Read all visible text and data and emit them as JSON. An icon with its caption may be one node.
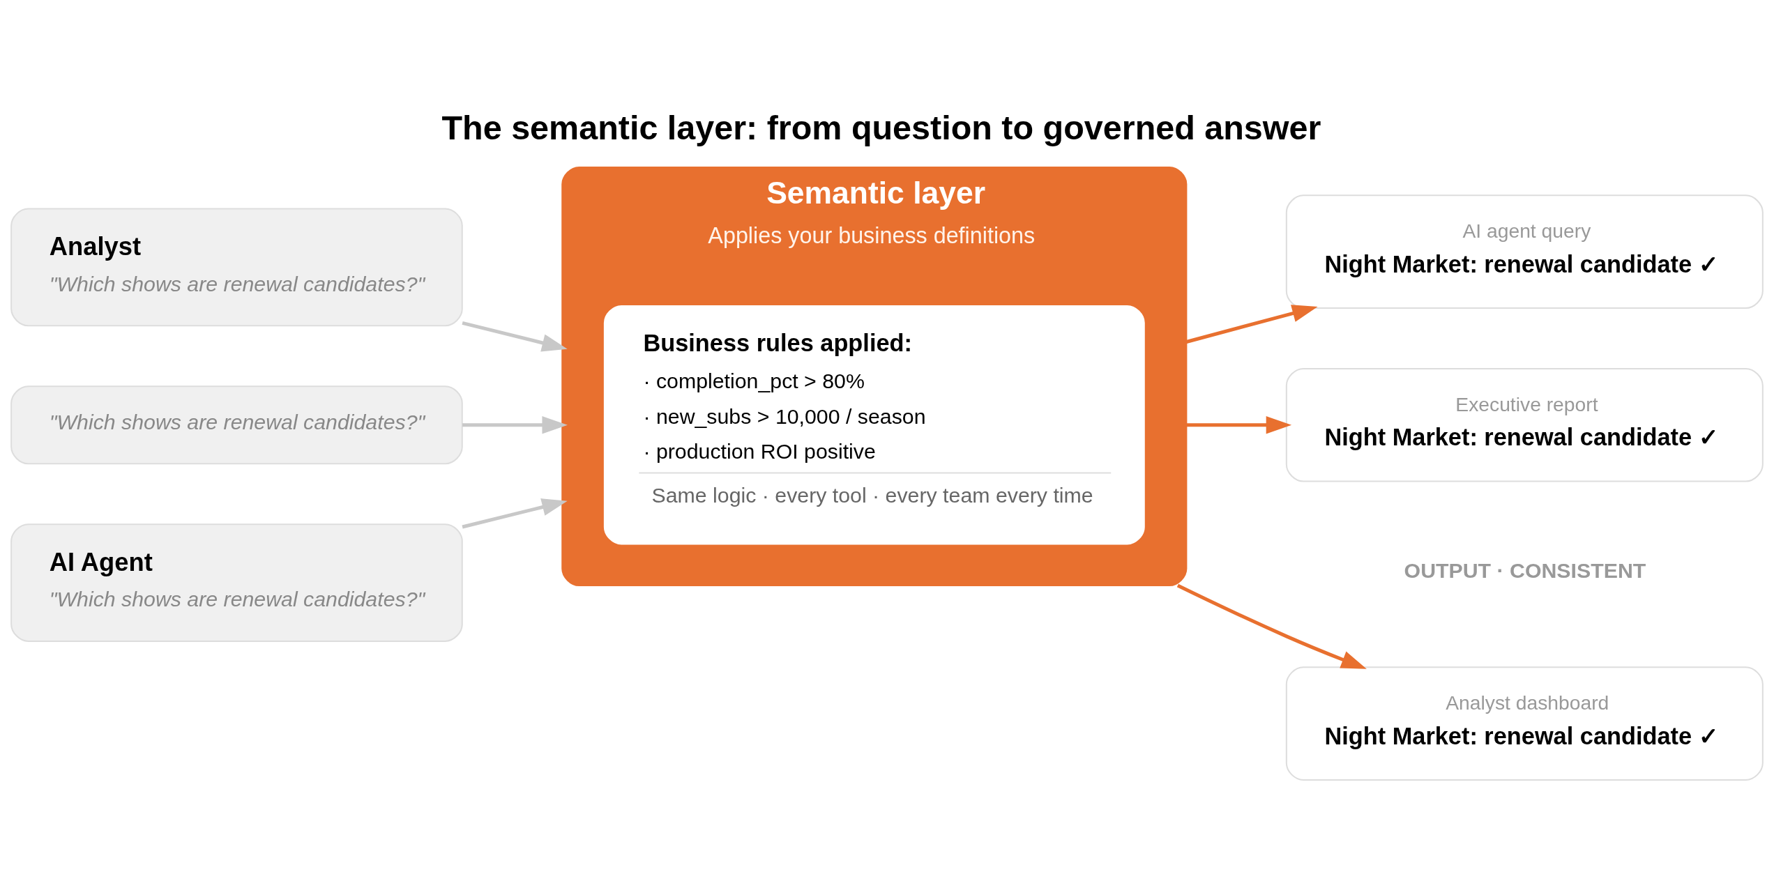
{
  "diagram": {
    "title": "The semantic layer: from question to governed answer",
    "nodes": [
      {
        "text": [
          "Analyst",
          "\"Which shows are renewal candidates?\""
        ]
      },
      {
        "text": [
          "\"Which shows are renewal candidates?\""
        ]
      },
      {
        "text": [
          "AI Agent",
          "\"Which shows are renewal candidates?\""
        ]
      },
      {
        "text": [
          "Semantic layer",
          "Applies your business definitions"
        ]
      },
      {
        "text": [
          "Business rules applied:",
          "· completion_pct > 80%",
          "· new_subs > 10,000 / season",
          "· production ROI positive",
          "Same logic · every tool · every team every time"
        ],
        "in": 3
      },
      {
        "text": [
          "Analyst dashboard",
          "Night Market: renewal candidate ✓"
        ]
      },
      {
        "text": [
          "AI agent query",
          "Night Market: renewal candidate ✓"
        ]
      },
      {
        "text": [
          "Executive report",
          "Night Market: renewal candidate ✓"
        ]
      }
    ],
    "edges": [
      {
        "from": 0,
        "to": 3,
        "arrow": "to",
        "color": "#c8c8c8"
      },
      {
        "from": 1,
        "to": 3,
        "arrow": "to",
        "color": "#c8c8c8"
      },
      {
        "from": 2,
        "to": 3,
        "arrow": "to",
        "color": "#c8c8c8"
      },
      {
        "from": 3,
        "to": 5,
        "arrow": "to",
        "color": "#e8702f"
      },
      {
        "from": 3,
        "to": 6,
        "arrow": "to",
        "color": "#e8702f"
      },
      {
        "from": 3,
        "to": 7,
        "arrow": "to",
        "color": "#e8702f"
      }
    ],
    "labels": [
      "OUTPUT · CONSISTENT"
    ]
  }
}
